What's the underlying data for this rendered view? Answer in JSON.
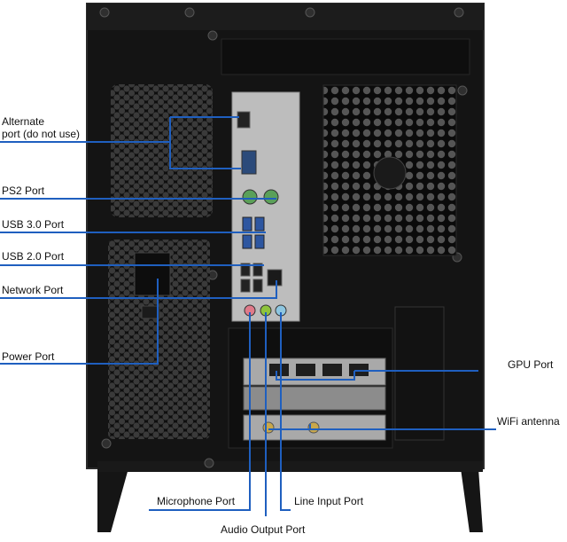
{
  "labels": {
    "alternate_line1": "Alternate",
    "alternate_line2": "port (do not use)",
    "ps2": "PS2 Port",
    "usb3": "USB 3.0 Port",
    "usb2": "USB 2.0 Port",
    "network": "Network Port",
    "power": "Power Port",
    "gpu": "GPU Port",
    "wifi": "WiFi antenna",
    "microphone": "Microphone Port",
    "line_input": "Line Input Port",
    "audio_output": "Audio Output Port"
  },
  "colors": {
    "line": "#1f5fbf",
    "case": "#121212",
    "case_edge": "#2a2a2a",
    "io_plate": "#c9c9c9",
    "mic_jack": "#e07a8a",
    "audio_out_jack": "#8fc43c",
    "line_in_jack": "#8ec6e0",
    "ps2_jack": "#5aa05a"
  }
}
